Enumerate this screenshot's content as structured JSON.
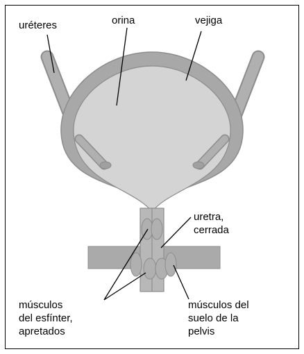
{
  "labels": {
    "ureteres": "uréteres",
    "orina": "orina",
    "vejiga": "vejiga",
    "uretra": "uretra,\ncerrada",
    "esfinter": "músculos\ndel esfínter,\napretados",
    "suelo": "músculos del\nsuelo de la\npelvis"
  },
  "colors": {
    "wall": "#a8a8a8",
    "wall_outline": "#8c8c8c",
    "interior": "#d4d4d4",
    "muscle": "#b5b5b5",
    "line": "#000000"
  }
}
